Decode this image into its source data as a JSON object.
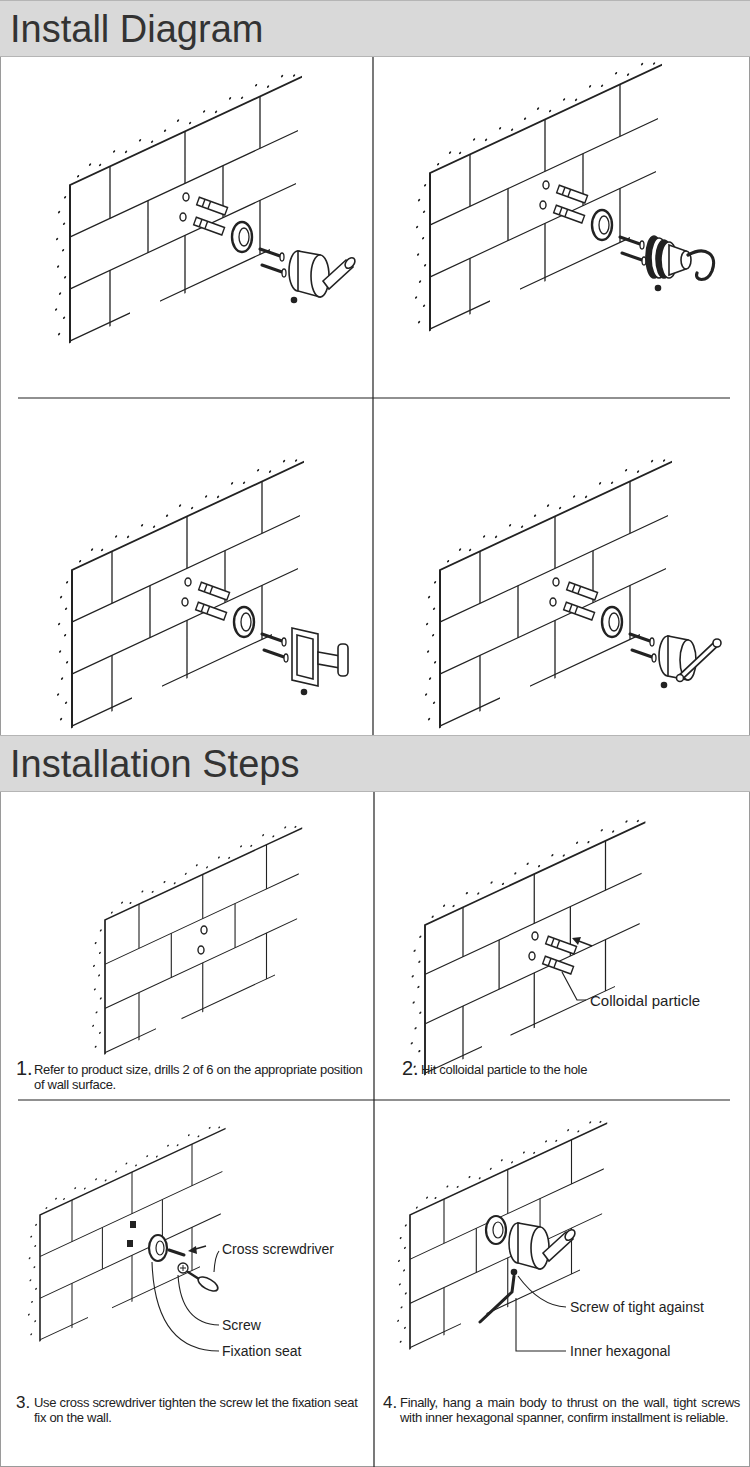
{
  "diagram": {
    "nodes": [
      {
        "text": [
          "Install Diagram"
        ]
      },
      {
        "text": [
          "Installation Steps"
        ]
      }
    ],
    "labels": [
      "1.",
      "Refer to product size, drills 2 of 6 on the appropriate position of wall surface.",
      "Colloidal particle",
      "2.",
      "Hit colloidal particle to the hole",
      "Cross screwdriver",
      "Screw",
      "Fixation seat",
      "3.",
      "Use cross screwdriver tighten the screw let the fixation seat fix on the wall.",
      "Screw of tight against",
      "Inner hexagonal",
      "4.",
      "Finally, hang a main body to thrust on the wall, tight screws with inner hexagonal spanner, confirm installment is reliable."
    ]
  }
}
